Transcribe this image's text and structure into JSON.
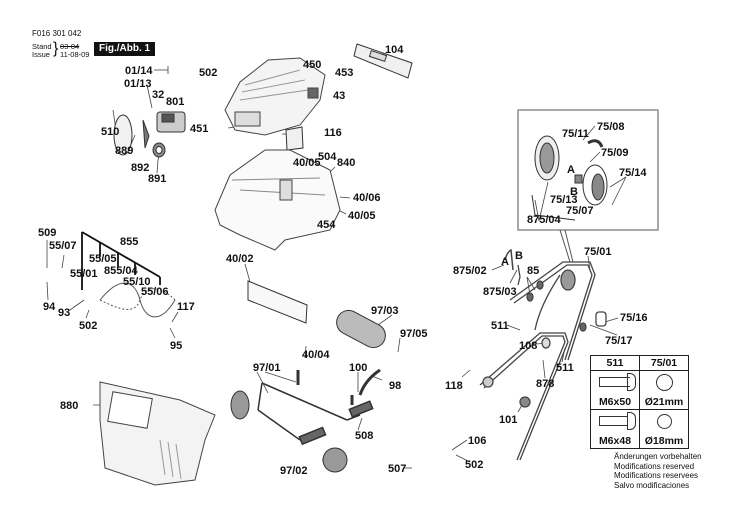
{
  "header": {
    "doc_number": "F016 301 042",
    "stand_label": "Stand",
    "issue_label": "Issue",
    "stand_value": "03-04",
    "issue_value": "11-08-09",
    "figure_label": "Fig./Abb. 1"
  },
  "parts": {
    "p0114": "01/14",
    "p0113": "01/13",
    "p32": "32",
    "p801": "801",
    "p510": "510",
    "p889": "889",
    "p892": "892",
    "p891": "891",
    "p502a": "502",
    "p450": "450",
    "p453": "453",
    "p43": "43",
    "p451": "451",
    "p104": "104",
    "p116": "116",
    "p4005a": "40/05",
    "p504": "504",
    "p840": "840",
    "p4006": "40/06",
    "p4005b": "40/05",
    "p454": "454",
    "p509": "509",
    "p5507": "55/07",
    "p855": "855",
    "p5505": "55/05",
    "p85504": "855/04",
    "p5501": "55/01",
    "p5510": "55/10",
    "p5506": "55/06",
    "p94": "94",
    "p93": "93",
    "p502b": "502",
    "p117": "117",
    "p95": "95",
    "p4002": "40/02",
    "p9703": "97/03",
    "p9705": "97/05",
    "p4004": "40/04",
    "p9701": "97/01",
    "p100": "100",
    "p98": "98",
    "p508": "508",
    "p9702": "97/02",
    "p507": "507",
    "p880": "880",
    "p106": "106",
    "p502c": "502",
    "p7511": "75/11",
    "p7508": "75/08",
    "p7509": "75/09",
    "pA": "A",
    "pB": "B",
    "p7514": "75/14",
    "p7513": "75/13",
    "p7507": "75/07",
    "p87504": "875/04",
    "p87502": "875/02",
    "pA2": "A",
    "pB2": "B",
    "p87503": "875/03",
    "p85": "85",
    "p7501": "75/01",
    "p7516": "75/16",
    "p7517": "75/17",
    "p511a": "511",
    "p108": "108",
    "p511b": "511",
    "p118": "118",
    "p878": "878",
    "p101": "101"
  },
  "spec_table": {
    "col1_header": "511",
    "col2_header": "75/01",
    "row1_col1": "M6x50",
    "row1_col2": "Ø21mm",
    "row2_col1": "M6x48",
    "row2_col2": "Ø18mm"
  },
  "notes": [
    "Änderungen vorbehalten",
    "Modifications reserved",
    "Modifications reservees",
    "Salvo modificaciones"
  ]
}
